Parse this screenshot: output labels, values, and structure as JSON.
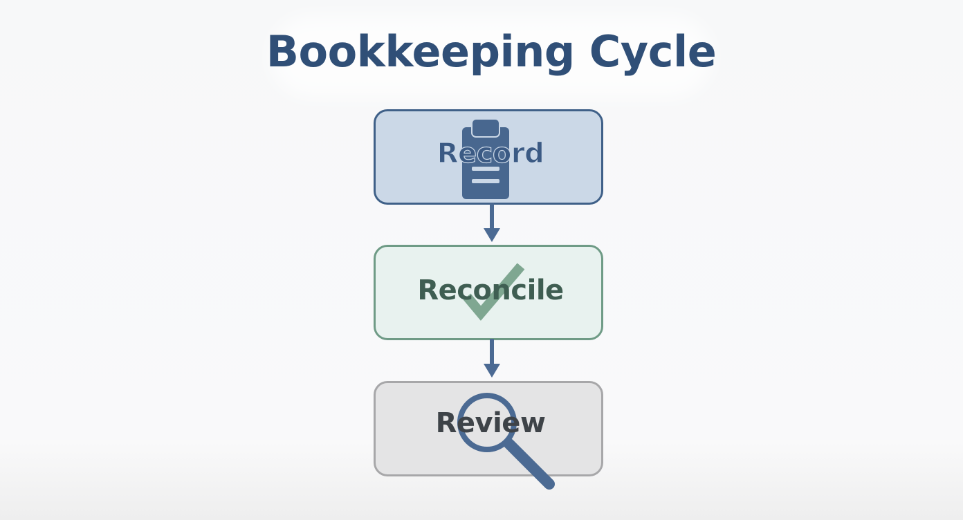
{
  "title": "Bookkeeping Cycle",
  "steps": [
    {
      "label": "Record",
      "icon": "clipboard-icon",
      "color": "#3f6088"
    },
    {
      "label": "Reconcile",
      "icon": "checkmark-icon",
      "color": "#6f9b86"
    },
    {
      "label": "Review",
      "icon": "magnifying-glass-icon",
      "color": "#a7a7a9"
    }
  ],
  "colors": {
    "title": "#304f77",
    "arrow": "#4b6a93"
  }
}
